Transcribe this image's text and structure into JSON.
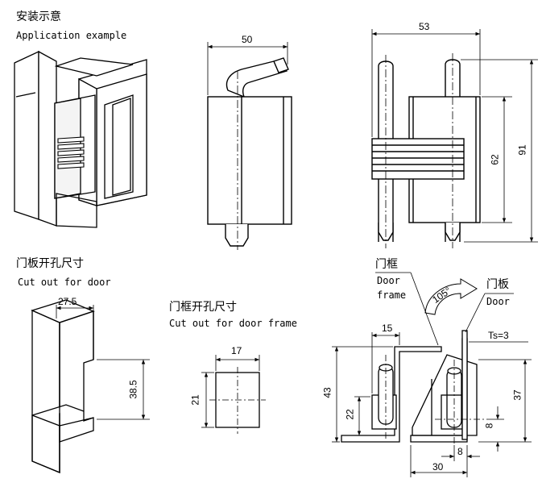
{
  "sections": {
    "application": {
      "title_cn": "安装示意",
      "title_en": "Application example"
    },
    "door_cutout": {
      "title_cn": "门板开孔尺寸",
      "title_en": "Cut out for door"
    },
    "frame_cutout": {
      "title_cn": "门框开孔尺寸",
      "title_en": "Cut out for door frame"
    }
  },
  "dimensions": {
    "side_width": "50",
    "front_width": "53",
    "front_height_inner": "62",
    "front_height_total": "91",
    "door_cut_width": "27.5",
    "door_cut_height": "38.5",
    "frame_cut_width": "17",
    "frame_cut_height": "21",
    "sec_top": "15",
    "sec_height_total": "43",
    "sec_height_lower": "22",
    "sec_right_height": "37",
    "sec_small": "8",
    "sec_bottom_small": "8",
    "sec_bottom_width": "30",
    "thickness": "Ts=3"
  },
  "section_labels": {
    "frame_cn": "门框",
    "frame_en_1": "Door",
    "frame_en_2": "frame",
    "door_cn": "门板",
    "door_en": "Door",
    "angle": "105°"
  }
}
